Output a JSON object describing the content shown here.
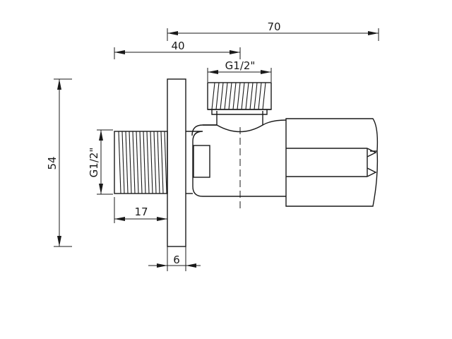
{
  "dimensions": {
    "overall_length": "70",
    "inlet_to_center": "40",
    "outlet_thread": "G1/2\"",
    "overall_height": "54",
    "inlet_thread": "G1/2\"",
    "thread_length": "17",
    "flange_thickness": "6"
  }
}
